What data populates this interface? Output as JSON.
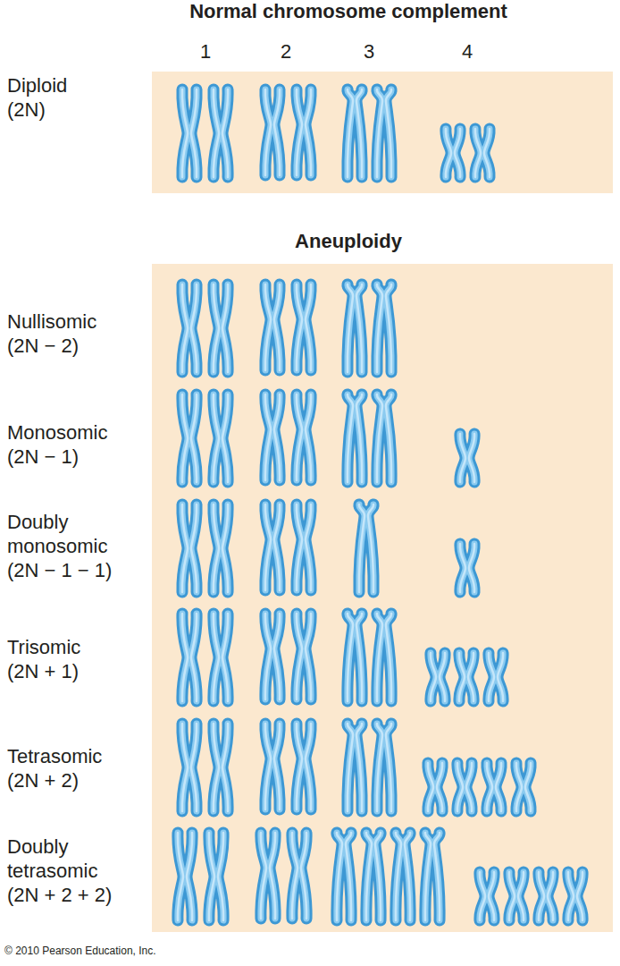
{
  "diagram": {
    "nodes": [
      {
        "text": [
          "Normal chromosome complement"
        ]
      },
      {
        "text": [
          "Aneuploidy"
        ]
      }
    ],
    "labels": [
      "1",
      "2",
      "3",
      "4",
      "Diploid (2N)",
      "Nullisomic (2N − 2)",
      "Monosomic (2N − 1)",
      "Doubly monosomic (2N − 1 − 1)",
      "Trisomic (2N + 1)",
      "Tetrasomic (2N + 2)",
      "Doubly tetrasomic (2N + 2 + 2)",
      "© 2010 Pearson Education, Inc."
    ]
  }
}
